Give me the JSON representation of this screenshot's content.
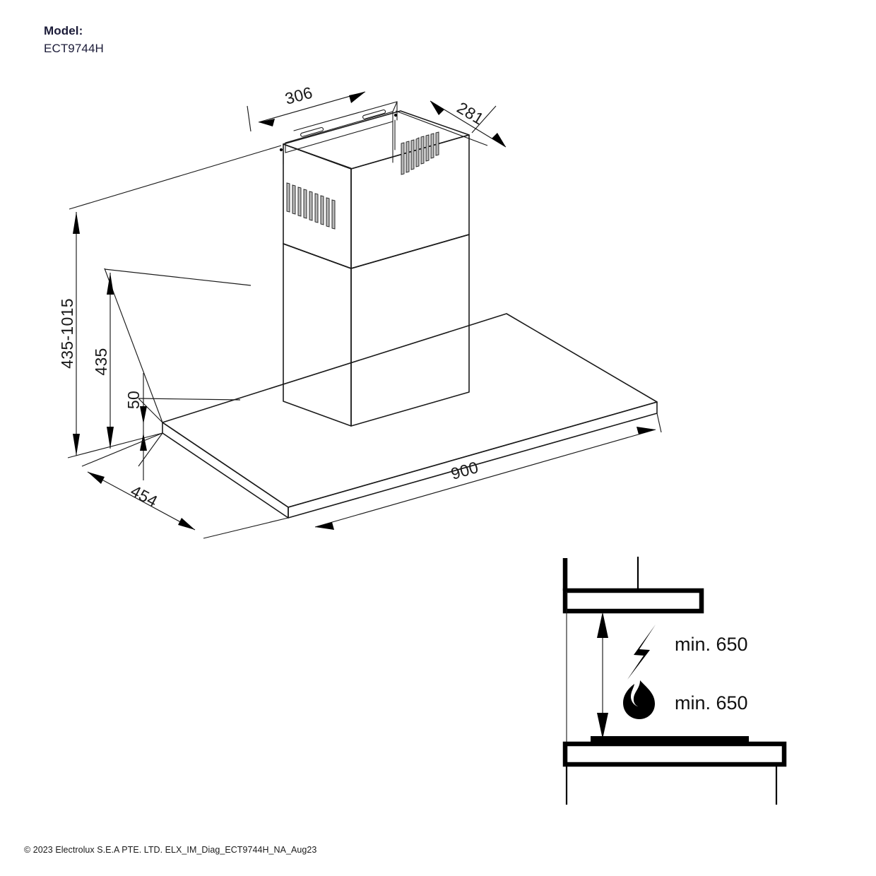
{
  "header": {
    "model_label": "Model:",
    "model_value": "ECT9744H"
  },
  "footer": {
    "copyright": "© 2023 Electrolux S.E.A PTE. LTD. ELX_IM_Diag_ECT9744H_NA_Aug23"
  },
  "isometric_view": {
    "name": "chimney-hood-isometric-drawing",
    "dimensions": {
      "chimney_depth_top": "306",
      "chimney_width_top": "281",
      "total_height_range": "435-1015",
      "chimney_height": "435",
      "canopy_thickness": "50",
      "canopy_depth": "454",
      "canopy_width": "900"
    }
  },
  "clearance_view": {
    "name": "hob-clearance-diagram",
    "electric_label": "min. 650",
    "gas_label": "min. 650",
    "electric_icon": "lightning-bolt-icon",
    "gas_icon": "flame-icon"
  },
  "colors": {
    "model_text": "#1b1b38",
    "line": "#1a1a1a",
    "grille": "#b9b9b9",
    "background": "#ffffff"
  }
}
